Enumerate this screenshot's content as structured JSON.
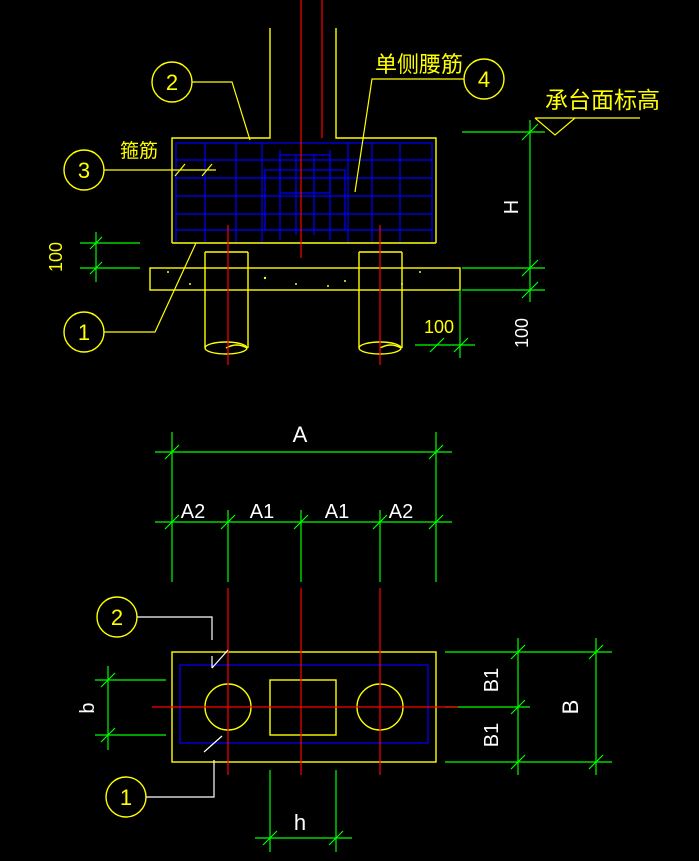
{
  "labels": {
    "single_side_waist_bar": "单侧腰筋",
    "stirrup": "箍筋",
    "cap_top_elevation": "承台面标高",
    "height": "H",
    "dim_100_left": "100",
    "dim_100_pile": "100",
    "dim_100_right": "100",
    "width_total": "A",
    "width_a2": "A2",
    "width_a1": "A1",
    "depth_total": "B",
    "depth_b1": "B1",
    "col_b": "b",
    "col_h": "h"
  },
  "callouts": {
    "c1": "1",
    "c2": "2",
    "c3": "3",
    "c4": "4"
  },
  "colors": {
    "outline": "#ffff00",
    "dimension": "#00ff00",
    "centerline": "#ff0000",
    "rebar": "#0000ff",
    "dim_text": "#ffffff"
  }
}
